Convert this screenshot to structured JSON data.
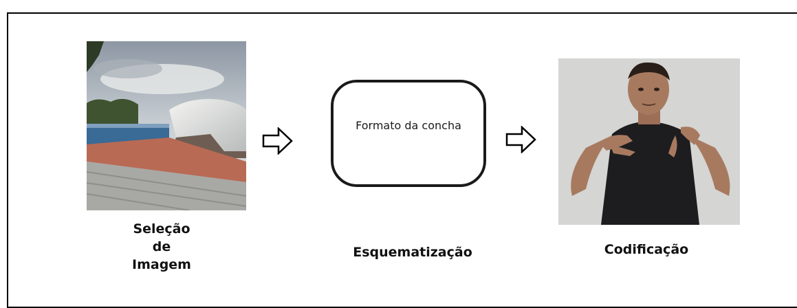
{
  "diagram": {
    "steps": [
      {
        "label": "Seleção\nde\nImagem"
      },
      {
        "label": "Esquematização",
        "box_text": "Formato da concha"
      },
      {
        "label": "Codificação"
      }
    ]
  }
}
